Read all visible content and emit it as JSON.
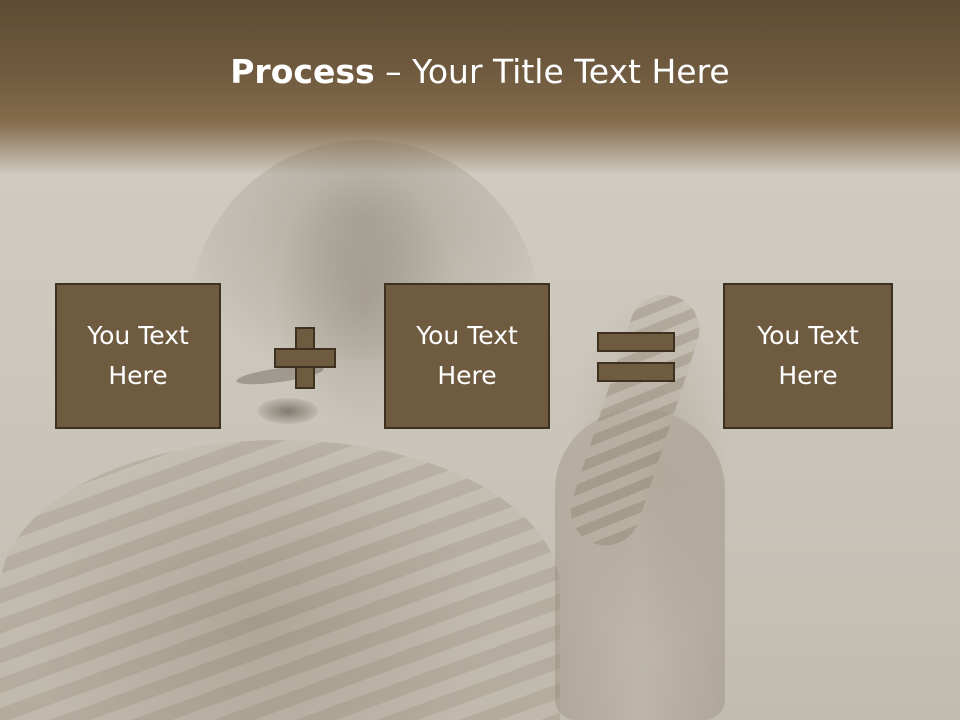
{
  "slide": {
    "title_bold": "Process",
    "title_rest": " – Your Title Text Here",
    "boxes": [
      {
        "text": "You Text Here"
      },
      {
        "text": "You Text Here"
      },
      {
        "text": "You Text Here"
      }
    ],
    "operators": [
      "plus-icon",
      "equals-icon"
    ],
    "colors": {
      "header": "#6f5a3f",
      "box_fill": "#6f5b40",
      "box_border": "#3f3120",
      "text": "#ffffff",
      "background": "#ccc7bd"
    }
  }
}
